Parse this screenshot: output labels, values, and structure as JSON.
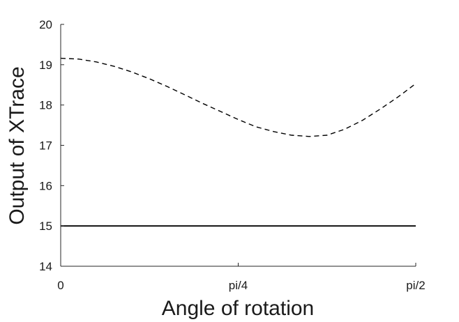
{
  "chart_data": {
    "type": "line",
    "xlabel": "Angle of rotation",
    "ylabel": "Output of XTrace",
    "xlim": [
      0,
      1.5708
    ],
    "ylim": [
      14,
      20
    ],
    "grid": false,
    "x_ticks": [
      {
        "value": 0,
        "label": "0"
      },
      {
        "value": 0.7854,
        "label": "pi/4"
      },
      {
        "value": 1.5708,
        "label": "pi/2"
      }
    ],
    "y_ticks": [
      {
        "value": 14,
        "label": "14"
      },
      {
        "value": 15,
        "label": "15"
      },
      {
        "value": 16,
        "label": "16"
      },
      {
        "value": 17,
        "label": "17"
      },
      {
        "value": 18,
        "label": "18"
      },
      {
        "value": 19,
        "label": "19"
      },
      {
        "value": 20,
        "label": "20"
      }
    ],
    "series": [
      {
        "style": "dashed",
        "color": "#000000",
        "x": [
          0,
          0.0785,
          0.1571,
          0.2356,
          0.3142,
          0.3927,
          0.4712,
          0.5498,
          0.6283,
          0.7069,
          0.7854,
          0.8639,
          0.9425,
          1.021,
          1.0996,
          1.1781,
          1.2566,
          1.3352,
          1.4137,
          1.4923,
          1.5708
        ],
        "values": [
          19.16,
          19.14,
          19.07,
          18.96,
          18.82,
          18.65,
          18.46,
          18.25,
          18.04,
          17.84,
          17.64,
          17.46,
          17.34,
          17.25,
          17.22,
          17.25,
          17.4,
          17.62,
          17.9,
          18.2,
          18.53
        ]
      },
      {
        "style": "solid",
        "color": "#000000",
        "x": [
          0,
          1.5708
        ],
        "values": [
          15,
          15
        ]
      }
    ]
  }
}
